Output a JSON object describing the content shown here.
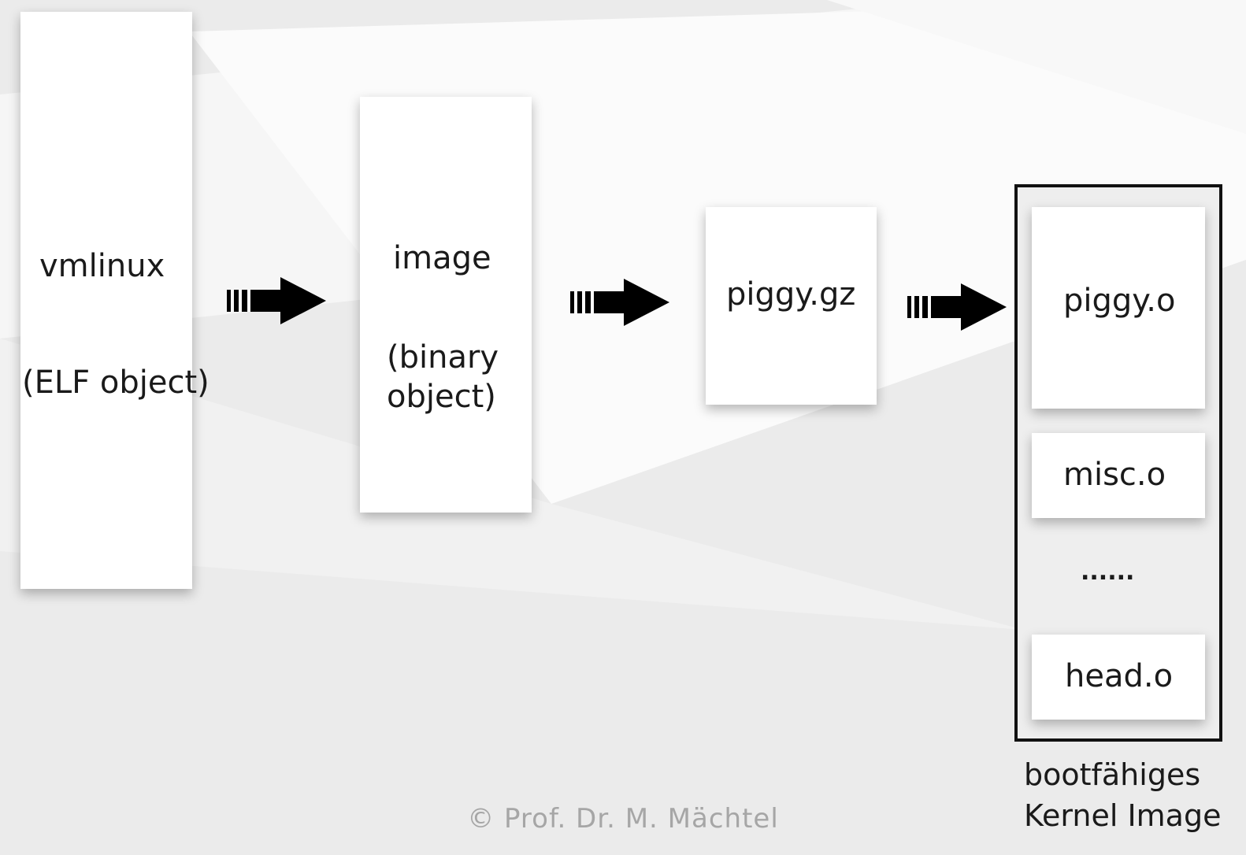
{
  "boxes": {
    "vmlinux": {
      "name": "vmlinux",
      "desc": "(ELF object)"
    },
    "image": {
      "name": "image",
      "desc_line1": "(binary",
      "desc_line2": "object)"
    },
    "piggy_gz": {
      "name": "piggy.gz"
    }
  },
  "kernel_image": {
    "parts": {
      "piggy_o": "piggy.o",
      "misc_o": "misc.o",
      "ellipsis": "......",
      "head_o": "head.o"
    },
    "caption_line1": "bootfähiges",
    "caption_line2": "Kernel Image"
  },
  "footer": "© Prof. Dr. M. Mächtel",
  "colors": {
    "background": "#ededed",
    "box": "#ffffff",
    "arrow": "#000000",
    "footer_text": "#a6a6a6"
  }
}
